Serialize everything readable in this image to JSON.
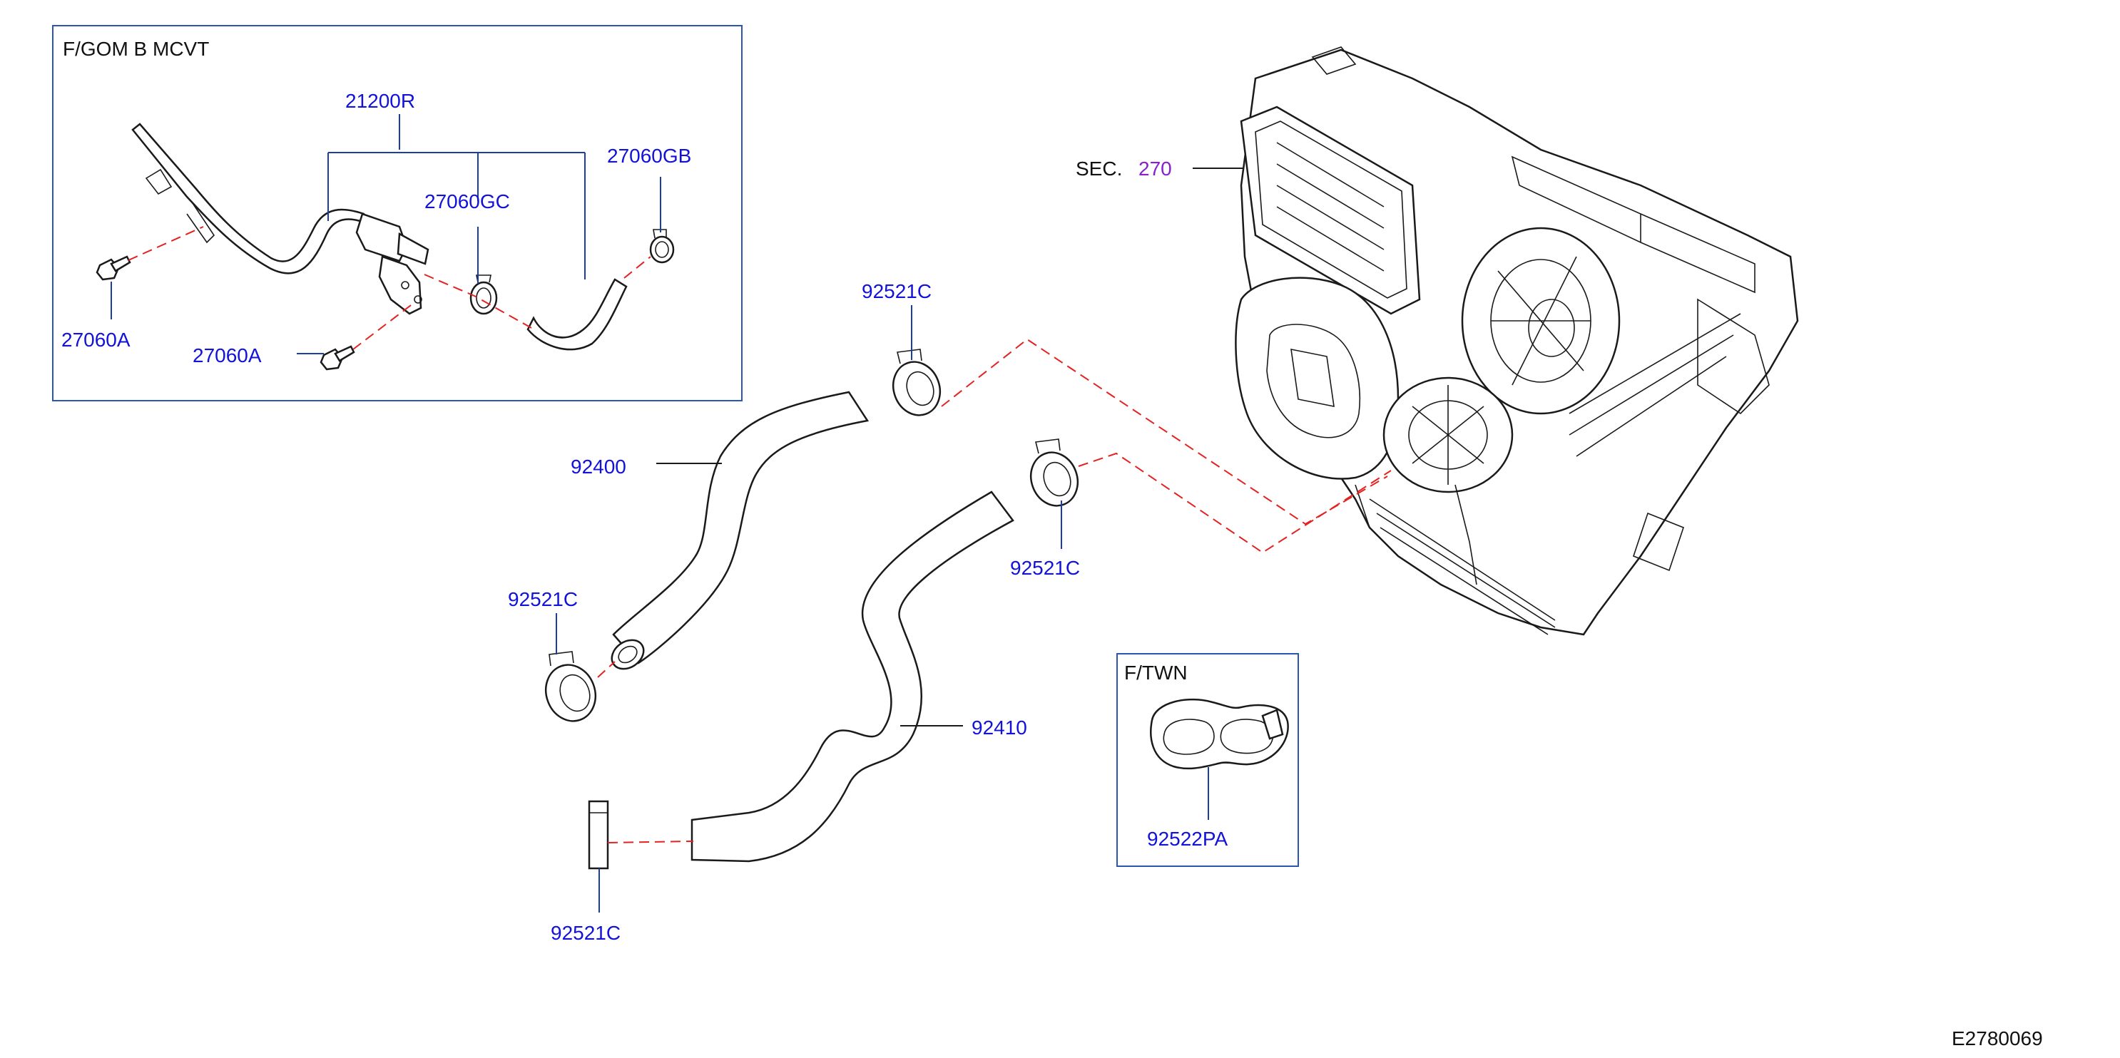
{
  "diagram_id": "E2780069",
  "inset_mcvt": {
    "title": "F/GOM   B   MCVT",
    "parts": {
      "pipe": "21200R",
      "clamp_gb": "27060GB",
      "clamp_gc": "27060GC",
      "bolt_1": "27060A",
      "bolt_2": "27060A"
    }
  },
  "section_ref": {
    "prefix": "SEC.",
    "number": "270"
  },
  "main_parts": {
    "hose_upper": "92400",
    "hose_lower": "92410",
    "clamp_top": "92521C",
    "clamp_right": "92521C",
    "clamp_left": "92521C",
    "clamp_bottom": "92521C"
  },
  "inset_twn": {
    "title": "F/TWN",
    "part": "92522PA"
  },
  "colors": {
    "part_number": "#1212d8",
    "section_number": "#8a1fd0",
    "dashed_route": "#e32222",
    "frame": "#2a55b0",
    "linework": "#1a1a1a"
  }
}
